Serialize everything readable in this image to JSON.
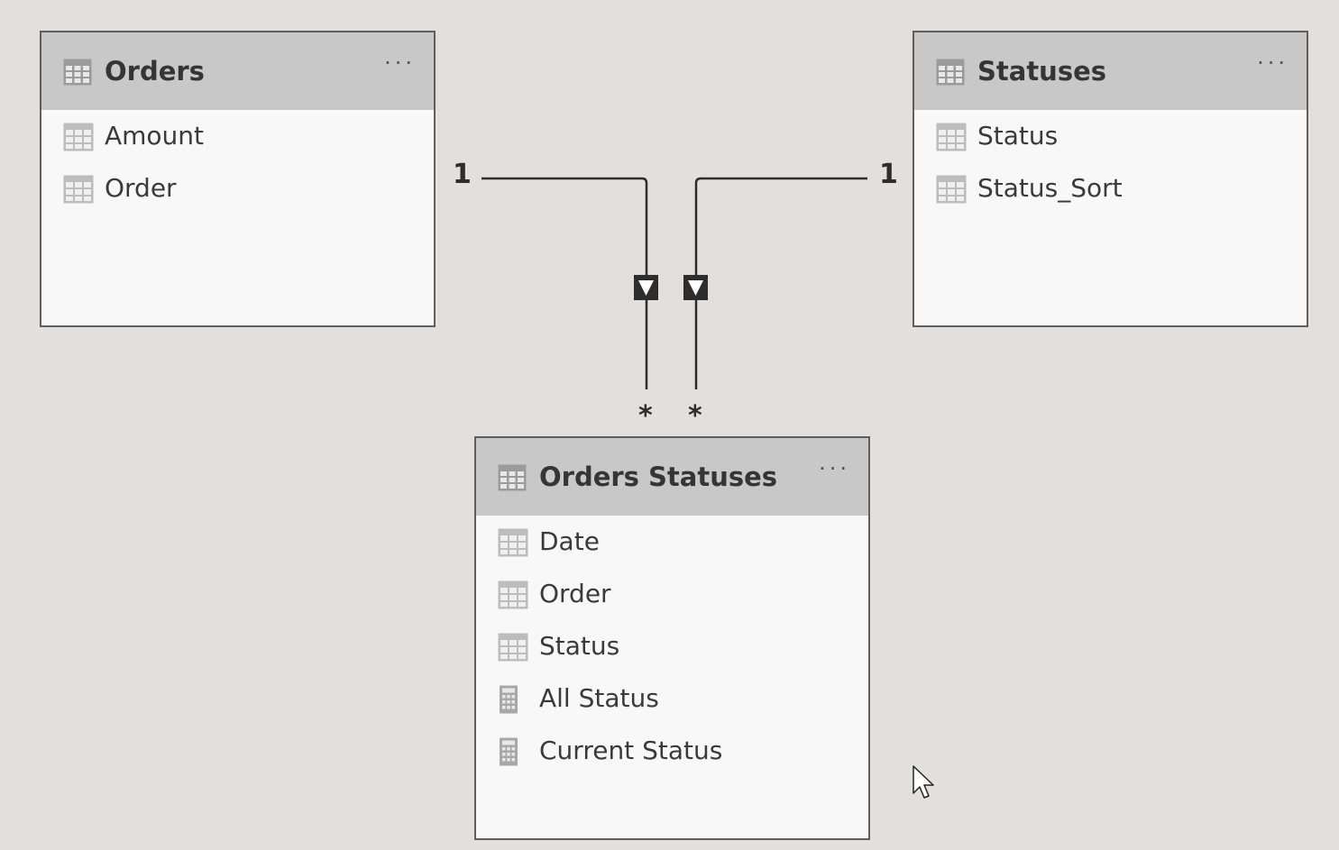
{
  "tables": {
    "orders": {
      "title": "Orders",
      "menu": "···",
      "fields": [
        {
          "label": "Amount",
          "icon": "column-icon"
        },
        {
          "label": "Order",
          "icon": "column-icon"
        }
      ]
    },
    "statuses": {
      "title": "Statuses",
      "menu": "···",
      "fields": [
        {
          "label": "Status",
          "icon": "column-icon"
        },
        {
          "label": "Status_Sort",
          "icon": "column-icon"
        }
      ]
    },
    "orders_statuses": {
      "title": "Orders Statuses",
      "menu": "···",
      "fields": [
        {
          "label": "Date",
          "icon": "column-icon"
        },
        {
          "label": "Order",
          "icon": "column-icon"
        },
        {
          "label": "Status",
          "icon": "column-icon"
        },
        {
          "label": "All Status",
          "icon": "measure-icon"
        },
        {
          "label": "Current Status",
          "icon": "measure-icon"
        }
      ]
    }
  },
  "relationships": [
    {
      "from": "Orders",
      "to": "Orders Statuses",
      "one_label": "1",
      "many_label": "*",
      "filter_direction": "single"
    },
    {
      "from": "Statuses",
      "to": "Orders Statuses",
      "one_label": "1",
      "many_label": "*",
      "filter_direction": "single"
    }
  ],
  "colors": {
    "canvas": "#e1e0de",
    "header": "#c8c8c8",
    "body": "#f8f8f8",
    "border": "#5f5f5f",
    "line": "#2d2d2d"
  }
}
